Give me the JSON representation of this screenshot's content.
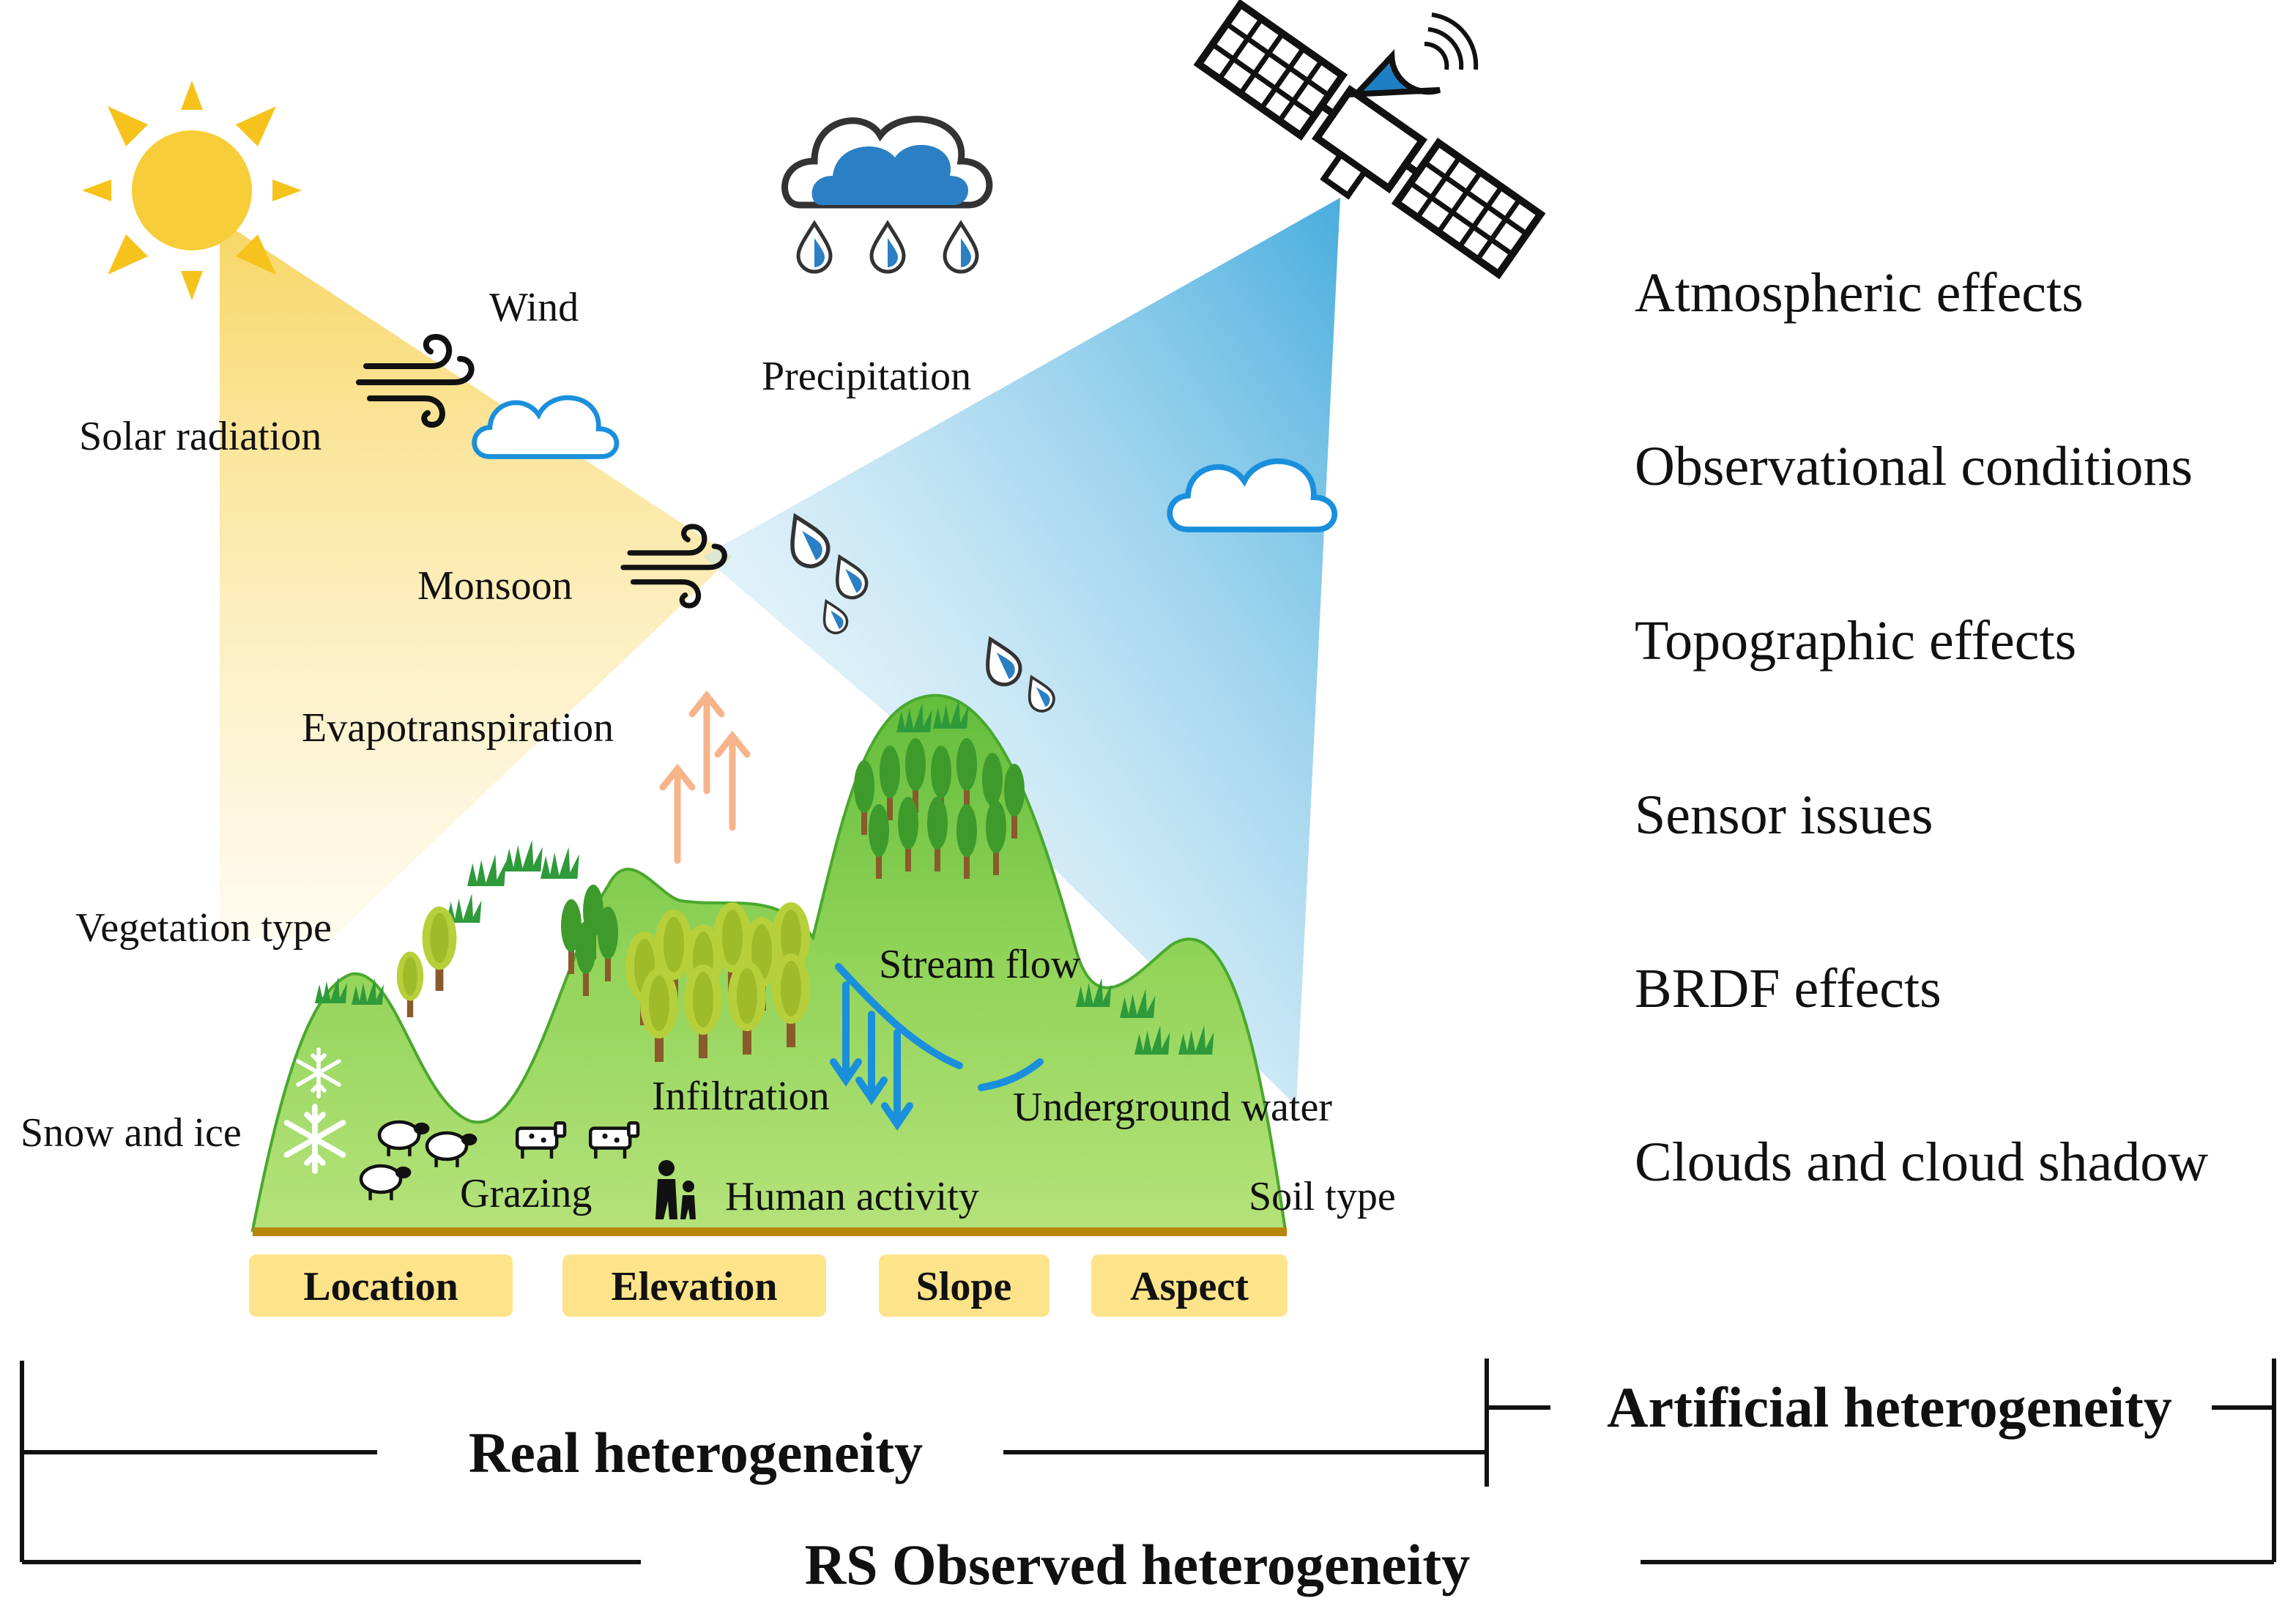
{
  "labels": {
    "wind": "Wind",
    "precipitation": "Precipitation",
    "solar_radiation": "Solar radiation",
    "monsoon": "Monsoon",
    "evapotranspiration": "Evapotranspiration",
    "vegetation_type": "Vegetation type",
    "stream_flow": "Stream flow",
    "infiltration": "Infiltration",
    "underground_water": "Underground water",
    "snow_and_ice": "Snow and ice",
    "grazing": "Grazing",
    "human_activity": "Human activity",
    "soil_type": "Soil type"
  },
  "topo_factors": [
    "Location",
    "Elevation",
    "Slope",
    "Aspect"
  ],
  "artificial_factors": [
    "Atmospheric effects",
    "Observational conditions",
    "Topographic effects",
    "Sensor issues",
    "BRDF effects",
    "Clouds and cloud shadow"
  ],
  "brackets": {
    "real": "Real heterogeneity",
    "artificial": "Artificial heterogeneity",
    "observed": "RS Observed heterogeneity"
  },
  "colors": {
    "sun": "#f6c21c",
    "sun_beam": "#f9dc6e",
    "sat_beam": "#4fb3df",
    "hill_light": "#a9dc6b",
    "hill_dark": "#5dbb3a",
    "water": "#1a8fdc",
    "evap_arrow": "#f6b48a",
    "factor_box": "#fde38a",
    "soil": "#b8860b"
  },
  "icons": [
    "sun-icon",
    "satellite-icon",
    "rain-cloud-icon",
    "wind-icon",
    "cloud-icon",
    "tree-icon",
    "sheep-icon",
    "cow-icon",
    "person-icon",
    "snowflake-icon",
    "raindrop-icon"
  ]
}
